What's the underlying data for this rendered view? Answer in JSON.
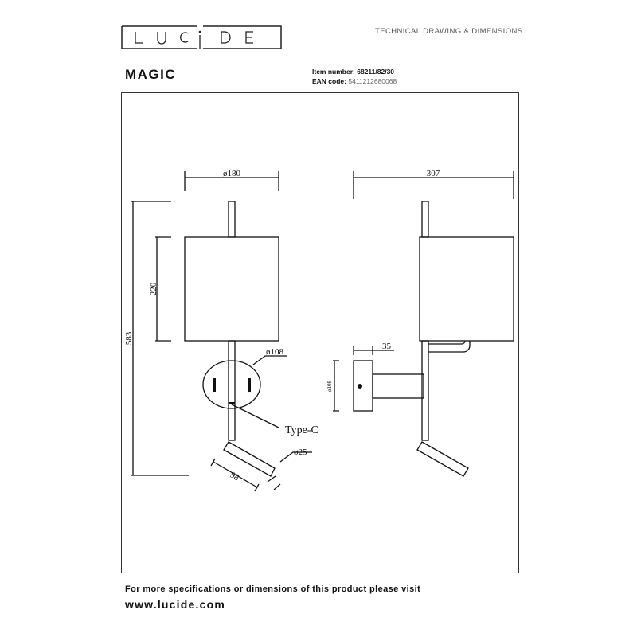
{
  "header": {
    "logo_text": "LUCIDE",
    "doc_type": "TECHNICAL DRAWING & DIMENSIONS",
    "product_name": "MAGIC",
    "item_number_label": "Item number:",
    "item_number": "68211/82/30",
    "ean_label": "EAN code",
    "ean": "5411212680068"
  },
  "drawing": {
    "front": {
      "width": "ø180",
      "shade_height": "220",
      "total_height": "583",
      "base_diameter": "ø108",
      "port": "Type-C",
      "spot_diameter": "ø25",
      "spot_length": "98"
    },
    "side": {
      "depth": "307",
      "plate_depth": "35",
      "plate_diameter": "ø108"
    }
  },
  "footer": {
    "text": "For more specifications or dimensions of this product please visit",
    "url": "www.lucide.com"
  }
}
